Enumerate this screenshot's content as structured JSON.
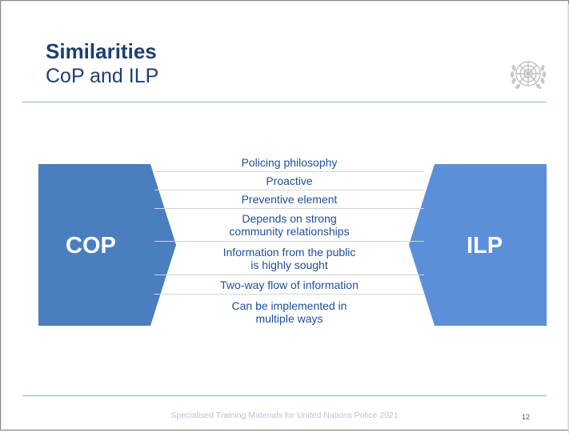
{
  "slide": {
    "title": "Similarities",
    "subtitle": "CoP and ILP",
    "emblem": "un-emblem-icon",
    "left_shape": {
      "label": "COP",
      "color": "#4a7ebf"
    },
    "right_shape": {
      "label": "ILP",
      "color": "#5b8fd9"
    },
    "items": [
      {
        "lines": [
          "Policing philosophy"
        ]
      },
      {
        "lines": [
          "Proactive"
        ]
      },
      {
        "lines": [
          "Preventive element"
        ]
      },
      {
        "lines": [
          "Depends on strong",
          "community relationships"
        ]
      },
      {
        "lines": [
          "Information from the public",
          "is highly sought"
        ]
      },
      {
        "lines": [
          "Two-way flow of information"
        ]
      },
      {
        "lines": [
          "Can be implemented in",
          "multiple ways"
        ]
      }
    ],
    "footer": "Specialised Training Materials for United Nations Police 2021",
    "page_number": "12",
    "colors": {
      "title": "#1f3f6e",
      "item_text": "#1f4f9a",
      "rule": "#8fb0de"
    }
  }
}
